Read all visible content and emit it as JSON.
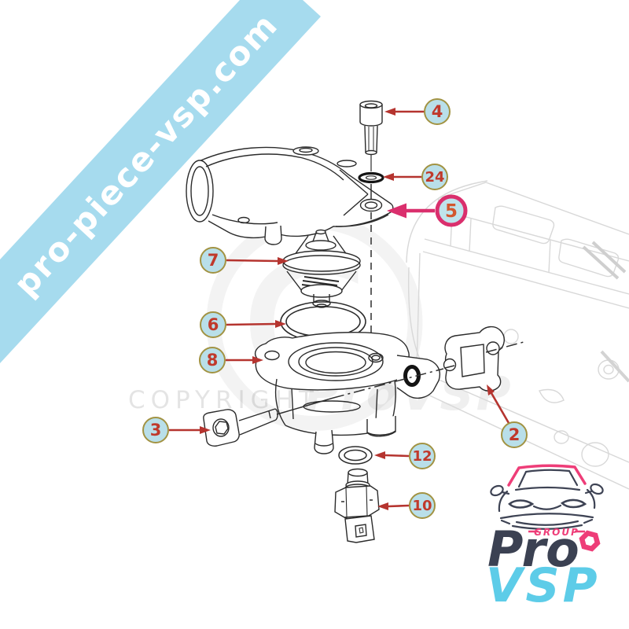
{
  "banner": {
    "text": "pro-piece-vsp.com"
  },
  "watermark": {
    "symbol": "©",
    "copyright": "COPYRIGHT",
    "brand": "ProVSP"
  },
  "callouts": [
    {
      "number": "4",
      "number_color": "#c0392b"
    },
    {
      "number": "24",
      "number_color": "#c0392b"
    },
    {
      "number": "5",
      "number_color": "#d2572e",
      "ring_color": "#da2f6d"
    },
    {
      "number": "7",
      "number_color": "#c0392b"
    },
    {
      "number": "6",
      "number_color": "#c0392b"
    },
    {
      "number": "8",
      "number_color": "#c0392b"
    },
    {
      "number": "3",
      "number_color": "#c0392b"
    },
    {
      "number": "12",
      "number_color": "#c0392b"
    },
    {
      "number": "10",
      "number_color": "#c0392b"
    },
    {
      "number": "2",
      "number_color": "#c0392b"
    }
  ],
  "logo": {
    "group_label": "GROUP",
    "brand_top": "Pro",
    "brand_bottom": "VSP"
  },
  "colors": {
    "banner_bg": "#a6dbee",
    "banner_text": "#ffffff",
    "callout_fill": "#b9dfe9",
    "callout_border": "#a29343",
    "arrow": "#b5342f",
    "highlight_pink": "#da2f6d",
    "logo_pink": "#ee3d78",
    "logo_navy": "#3b4152",
    "logo_blue": "#5dcce8",
    "line_art": "#2b2b2b",
    "engine_block_faint": "#d8d8d8"
  }
}
